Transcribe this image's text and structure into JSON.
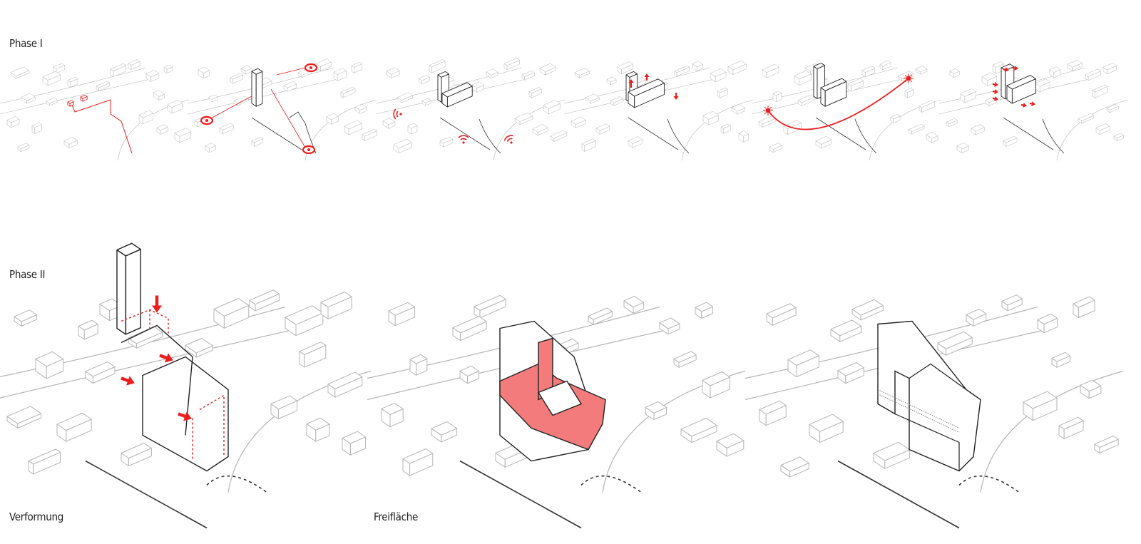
{
  "phase1": {
    "title": "Phase I",
    "panel_count": 6
  },
  "phase2": {
    "title": "Phase II",
    "captions": [
      "Verformung",
      "Freifläche",
      ""
    ]
  },
  "colors": {
    "accent": "#ee1c1c",
    "context": "#b5b5b5",
    "building": "#1a1a1a",
    "fill": "#f47b7b"
  }
}
